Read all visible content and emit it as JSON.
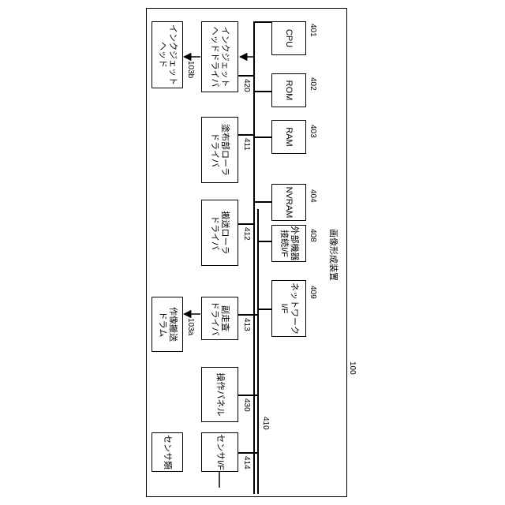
{
  "diagram": {
    "device_title": "画像形成装置",
    "ref_device": "100",
    "ref_bus": "410",
    "blocks": {
      "cpu": {
        "ref": "401",
        "label": "CPU"
      },
      "rom": {
        "ref": "402",
        "label": "ROM"
      },
      "ram": {
        "ref": "403",
        "label": "RAM"
      },
      "nvram": {
        "ref": "404",
        "label": "NVRAM"
      },
      "external_if": {
        "ref": "408",
        "label": "外部機器\n接続I/F"
      },
      "network_if": {
        "ref": "409",
        "label": "ネットワーク\nI/F"
      },
      "inkjet_driver": {
        "ref": "420",
        "label": "インクジェット\nヘッドドライバ"
      },
      "inkjet_head": {
        "ref": "103b",
        "label": "インクジェット\nヘッド"
      },
      "coating_roller_driver": {
        "ref": "411",
        "label": "塗布部ローラ\nドライバ"
      },
      "transport_roller_driver": {
        "ref": "412",
        "label": "搬送ローラ\nドライバ"
      },
      "sub_scan_driver": {
        "ref": "413",
        "label": "副走査\nドライバ"
      },
      "image_drum": {
        "ref": "103a",
        "label": "作像搬送\nドラム"
      },
      "operation_panel": {
        "ref": "430",
        "label": "操作パネル"
      },
      "sensor_if": {
        "ref": "414",
        "label": "センサI/F"
      },
      "sensors": {
        "label": "センサ類"
      }
    }
  }
}
